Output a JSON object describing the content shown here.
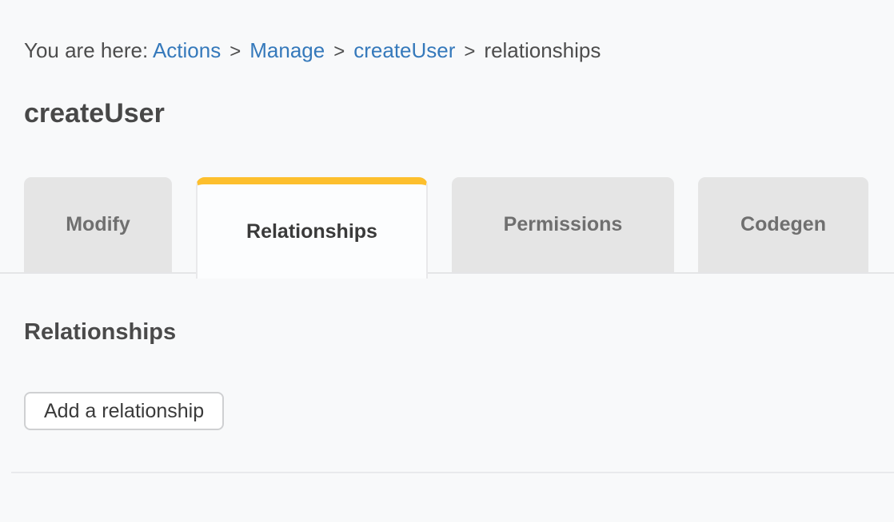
{
  "breadcrumb": {
    "prefix": "You are here:",
    "separator": ">",
    "items": [
      {
        "label": "Actions",
        "type": "link"
      },
      {
        "label": "Manage",
        "type": "link"
      },
      {
        "label": "createUser",
        "type": "link"
      },
      {
        "label": "relationships",
        "type": "current"
      }
    ]
  },
  "page": {
    "title": "createUser"
  },
  "tabs": [
    {
      "label": "Modify",
      "active": false
    },
    {
      "label": "Relationships",
      "active": true
    },
    {
      "label": "Permissions",
      "active": false
    },
    {
      "label": "Codegen",
      "active": false
    }
  ],
  "content": {
    "section_title": "Relationships",
    "add_button_label": "Add a relationship"
  },
  "colors": {
    "page_background": "#f8f9fa",
    "link_blue": "#3579bb",
    "active_tab_accent": "#fdbf2d",
    "inactive_tab_background": "#e5e5e5",
    "heading_text": "#4a4a4a"
  }
}
